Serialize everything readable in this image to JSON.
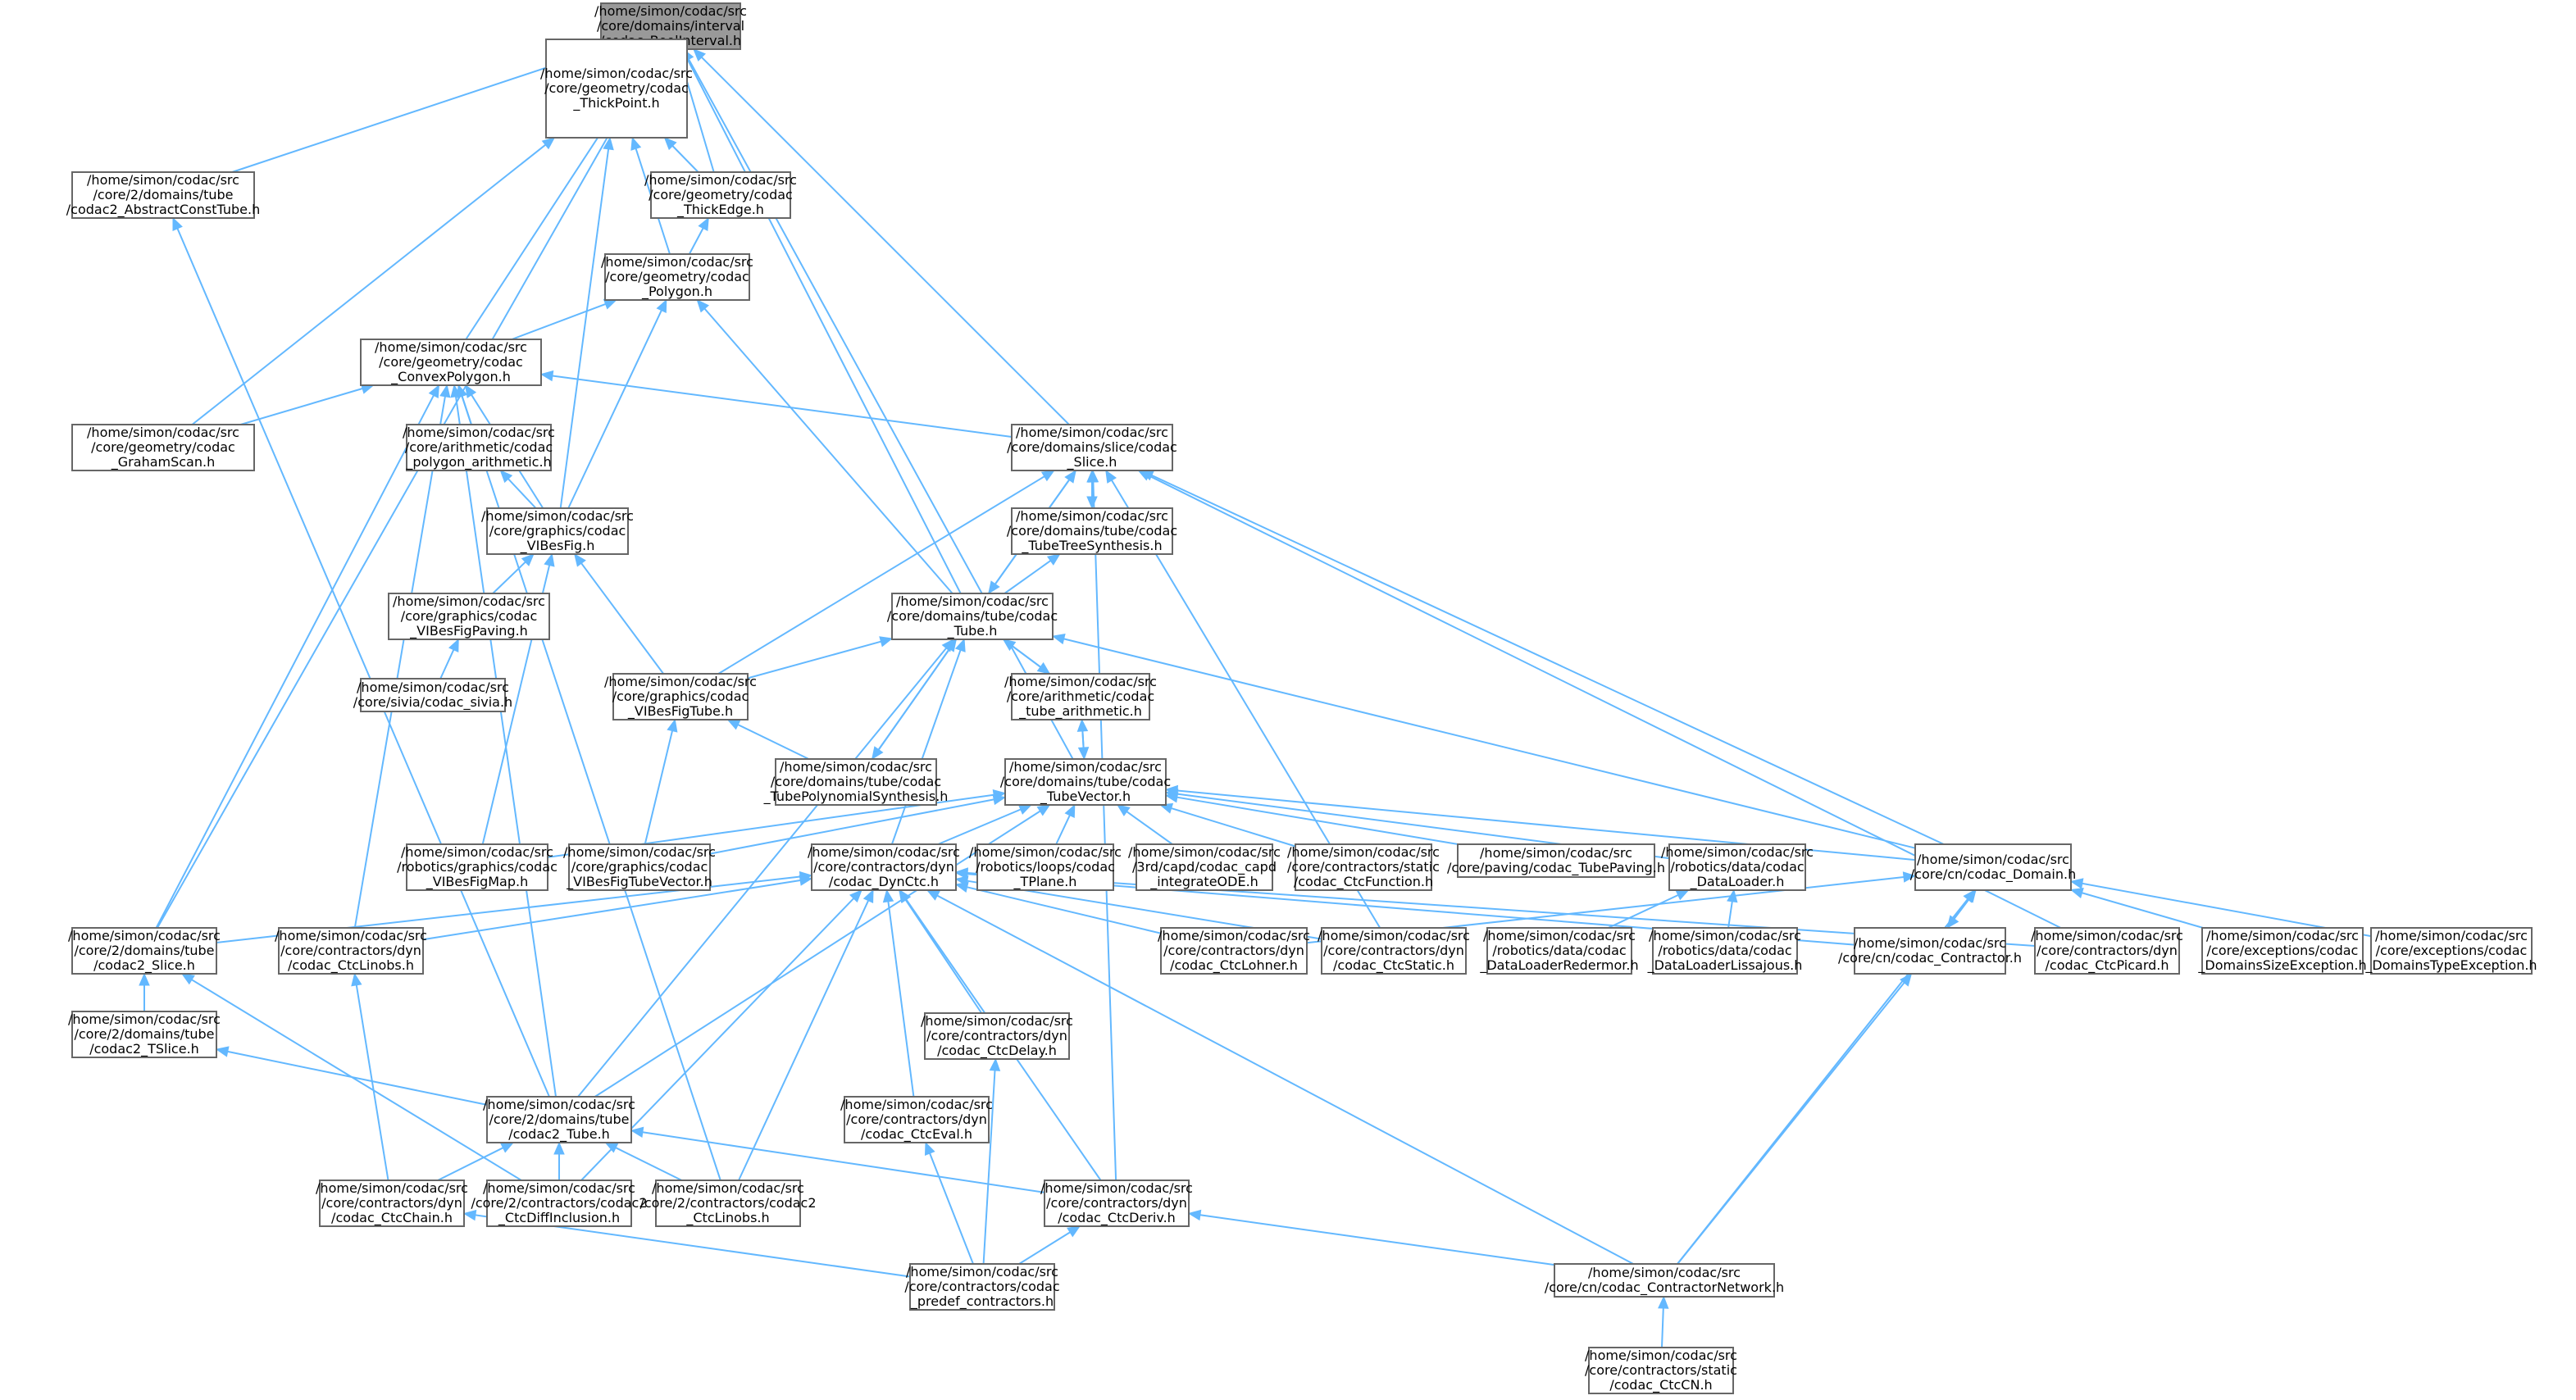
{
  "graph": {
    "root": "n0",
    "nodes": [
      {
        "id": "n0",
        "lines": [
          "/home/simon/codac/src",
          "/core/domains/interval",
          "/codac_BoolInterval.h"
        ]
      },
      {
        "id": "n1",
        "lines": [
          "/home/simon/codac/src",
          "/core/geometry/codac",
          "_ThickPoint.h"
        ]
      },
      {
        "id": "n2",
        "lines": [
          "/home/simon/codac/src",
          "/core/2/domains/tube",
          "/codac2_AbstractConstTube.h"
        ]
      },
      {
        "id": "n3",
        "lines": [
          "/home/simon/codac/src",
          "/core/geometry/codac",
          "_ThickEdge.h"
        ]
      },
      {
        "id": "n4",
        "lines": [
          "/home/simon/codac/src",
          "/core/geometry/codac",
          "_Polygon.h"
        ]
      },
      {
        "id": "n5",
        "lines": [
          "/home/simon/codac/src",
          "/core/geometry/codac",
          "_ConvexPolygon.h"
        ]
      },
      {
        "id": "n6",
        "lines": [
          "/home/simon/codac/src",
          "/core/domains/slice/codac",
          "_Slice.h"
        ]
      },
      {
        "id": "n7",
        "lines": [
          "/home/simon/codac/src",
          "/core/geometry/codac",
          "_GrahamScan.h"
        ]
      },
      {
        "id": "n8",
        "lines": [
          "/home/simon/codac/src",
          "/core/arithmetic/codac",
          "_polygon_arithmetic.h"
        ]
      },
      {
        "id": "n9",
        "lines": [
          "/home/simon/codac/src",
          "/core/graphics/codac",
          "_VIBesFig.h"
        ]
      },
      {
        "id": "n10",
        "lines": [
          "/home/simon/codac/src",
          "/core/domains/tube/codac",
          "_TubeTreeSynthesis.h"
        ]
      },
      {
        "id": "n11",
        "lines": [
          "/home/simon/codac/src",
          "/core/graphics/codac",
          "_VIBesFigPaving.h"
        ]
      },
      {
        "id": "n12",
        "lines": [
          "/home/simon/codac/src",
          "/core/domains/tube/codac",
          "_Tube.h"
        ]
      },
      {
        "id": "n13",
        "lines": [
          "/home/simon/codac/src",
          "/core/sivia/codac_sivia.h"
        ]
      },
      {
        "id": "n14",
        "lines": [
          "/home/simon/codac/src",
          "/core/graphics/codac",
          "_VIBesFigTube.h"
        ]
      },
      {
        "id": "n15",
        "lines": [
          "/home/simon/codac/src",
          "/core/arithmetic/codac",
          "_tube_arithmetic.h"
        ]
      },
      {
        "id": "n16",
        "lines": [
          "/home/simon/codac/src",
          "/core/domains/tube/codac",
          "_TubePolynomialSynthesis.h"
        ]
      },
      {
        "id": "n17",
        "lines": [
          "/home/simon/codac/src",
          "/core/domains/tube/codac",
          "_TubeVector.h"
        ]
      },
      {
        "id": "n18",
        "lines": [
          "/home/simon/codac/src",
          "/robotics/graphics/codac",
          "_VIBesFigMap.h"
        ]
      },
      {
        "id": "n19",
        "lines": [
          "/home/simon/codac/src",
          "/core/graphics/codac",
          "_VIBesFigTubeVector.h"
        ]
      },
      {
        "id": "n20",
        "lines": [
          "/home/simon/codac/src",
          "/core/contractors/dyn",
          "/codac_DynCtc.h"
        ]
      },
      {
        "id": "n21",
        "lines": [
          "/home/simon/codac/src",
          "/robotics/loops/codac",
          "_TPlane.h"
        ]
      },
      {
        "id": "n22",
        "lines": [
          "/home/simon/codac/src",
          "/3rd/capd/codac_capd",
          "_integrateODE.h"
        ]
      },
      {
        "id": "n23",
        "lines": [
          "/home/simon/codac/src",
          "/core/contractors/static",
          "/codac_CtcFunction.h"
        ]
      },
      {
        "id": "n24",
        "lines": [
          "/home/simon/codac/src",
          "/core/paving/codac_TubePaving.h"
        ]
      },
      {
        "id": "n25",
        "lines": [
          "/home/simon/codac/src",
          "/robotics/data/codac",
          "_DataLoader.h"
        ]
      },
      {
        "id": "n26",
        "lines": [
          "/home/simon/codac/src",
          "/core/cn/codac_Domain.h"
        ]
      },
      {
        "id": "n27",
        "lines": [
          "/home/simon/codac/src",
          "/core/2/domains/tube",
          "/codac2_Slice.h"
        ]
      },
      {
        "id": "n28",
        "lines": [
          "/home/simon/codac/src",
          "/core/contractors/dyn",
          "/codac_CtcLinobs.h"
        ]
      },
      {
        "id": "n29",
        "lines": [
          "/home/simon/codac/src",
          "/core/contractors/dyn",
          "/codac_CtcLohner.h"
        ]
      },
      {
        "id": "n30",
        "lines": [
          "/home/simon/codac/src",
          "/core/contractors/dyn",
          "/codac_CtcStatic.h"
        ]
      },
      {
        "id": "n31",
        "lines": [
          "/home/simon/codac/src",
          "/robotics/data/codac",
          "_DataLoaderRedermor.h"
        ]
      },
      {
        "id": "n32",
        "lines": [
          "/home/simon/codac/src",
          "/robotics/data/codac",
          "_DataLoaderLissajous.h"
        ]
      },
      {
        "id": "n33",
        "lines": [
          "/home/simon/codac/src",
          "/core/cn/codac_Contractor.h"
        ]
      },
      {
        "id": "n34",
        "lines": [
          "/home/simon/codac/src",
          "/core/contractors/dyn",
          "/codac_CtcPicard.h"
        ]
      },
      {
        "id": "n35",
        "lines": [
          "/home/simon/codac/src",
          "/core/exceptions/codac",
          "_DomainsSizeException.h"
        ]
      },
      {
        "id": "n36",
        "lines": [
          "/home/simon/codac/src",
          "/core/exceptions/codac",
          "_DomainsTypeException.h"
        ]
      },
      {
        "id": "n37",
        "lines": [
          "/home/simon/codac/src",
          "/core/2/domains/tube",
          "/codac2_TSlice.h"
        ]
      },
      {
        "id": "n38",
        "lines": [
          "/home/simon/codac/src",
          "/core/contractors/dyn",
          "/codac_CtcDelay.h"
        ]
      },
      {
        "id": "n39",
        "lines": [
          "/home/simon/codac/src",
          "/core/contractors/dyn",
          "/codac_CtcEval.h"
        ]
      },
      {
        "id": "n40",
        "lines": [
          "/home/simon/codac/src",
          "/core/2/domains/tube",
          "/codac2_Tube.h"
        ]
      },
      {
        "id": "n41",
        "lines": [
          "/home/simon/codac/src",
          "/core/contractors/dyn",
          "/codac_CtcChain.h"
        ]
      },
      {
        "id": "n42",
        "lines": [
          "/home/simon/codac/src",
          "/core/2/contractors/codac2",
          "_CtcDiffInclusion.h"
        ]
      },
      {
        "id": "n43",
        "lines": [
          "/home/simon/codac/src",
          "/core/2/contractors/codac2",
          "_CtcLinobs.h"
        ]
      },
      {
        "id": "n44",
        "lines": [
          "/home/simon/codac/src",
          "/core/contractors/dyn",
          "/codac_CtcDeriv.h"
        ]
      },
      {
        "id": "n45",
        "lines": [
          "/home/simon/codac/src",
          "/core/contractors/codac",
          "_predef_contractors.h"
        ]
      },
      {
        "id": "n46",
        "lines": [
          "/home/simon/codac/src",
          "/core/cn/codac_ContractorNetwork.h"
        ]
      },
      {
        "id": "n47",
        "lines": [
          "/home/simon/codac/src",
          "/core/contractors/static",
          "/codac_CtcCN.h"
        ]
      }
    ],
    "edges": [
      [
        "n0",
        "n1"
      ],
      [
        "n0",
        "n2"
      ],
      [
        "n0",
        "n3"
      ],
      [
        "n0",
        "n5"
      ],
      [
        "n0",
        "n6"
      ],
      [
        "n0",
        "n12"
      ],
      [
        "n0",
        "n17"
      ],
      [
        "n0",
        "n27"
      ],
      [
        "n1",
        "n3"
      ],
      [
        "n1",
        "n4"
      ],
      [
        "n1",
        "n7"
      ],
      [
        "n1",
        "n9"
      ],
      [
        "n2",
        "n40"
      ],
      [
        "n3",
        "n4"
      ],
      [
        "n4",
        "n5"
      ],
      [
        "n4",
        "n9"
      ],
      [
        "n4",
        "n12"
      ],
      [
        "n5",
        "n6"
      ],
      [
        "n5",
        "n7"
      ],
      [
        "n5",
        "n8"
      ],
      [
        "n5",
        "n9"
      ],
      [
        "n5",
        "n27"
      ],
      [
        "n5",
        "n28"
      ],
      [
        "n5",
        "n40"
      ],
      [
        "n5",
        "n43"
      ],
      [
        "n6",
        "n10"
      ],
      [
        "n6",
        "n12"
      ],
      [
        "n6",
        "n14"
      ],
      [
        "n6",
        "n26"
      ],
      [
        "n6",
        "n30"
      ],
      [
        "n6",
        "n34"
      ],
      [
        "n6",
        "n44"
      ],
      [
        "n8",
        "n9"
      ],
      [
        "n9",
        "n11"
      ],
      [
        "n9",
        "n14"
      ],
      [
        "n9",
        "n18"
      ],
      [
        "n10",
        "n6"
      ],
      [
        "n10",
        "n12"
      ],
      [
        "n11",
        "n13"
      ],
      [
        "n12",
        "n6"
      ],
      [
        "n12",
        "n14"
      ],
      [
        "n12",
        "n15"
      ],
      [
        "n12",
        "n16"
      ],
      [
        "n12",
        "n20"
      ],
      [
        "n12",
        "n26"
      ],
      [
        "n12",
        "n40"
      ],
      [
        "n14",
        "n16"
      ],
      [
        "n14",
        "n19"
      ],
      [
        "n15",
        "n12"
      ],
      [
        "n15",
        "n17"
      ],
      [
        "n16",
        "n12"
      ],
      [
        "n17",
        "n15"
      ],
      [
        "n17",
        "n18"
      ],
      [
        "n17",
        "n19"
      ],
      [
        "n17",
        "n20"
      ],
      [
        "n17",
        "n21"
      ],
      [
        "n17",
        "n22"
      ],
      [
        "n17",
        "n23"
      ],
      [
        "n17",
        "n24"
      ],
      [
        "n17",
        "n25"
      ],
      [
        "n17",
        "n26"
      ],
      [
        "n17",
        "n40"
      ],
      [
        "n20",
        "n27"
      ],
      [
        "n20",
        "n28"
      ],
      [
        "n20",
        "n29"
      ],
      [
        "n20",
        "n30"
      ],
      [
        "n20",
        "n33"
      ],
      [
        "n20",
        "n34"
      ],
      [
        "n20",
        "n38"
      ],
      [
        "n20",
        "n39"
      ],
      [
        "n20",
        "n42"
      ],
      [
        "n20",
        "n43"
      ],
      [
        "n20",
        "n44"
      ],
      [
        "n20",
        "n46"
      ],
      [
        "n25",
        "n31"
      ],
      [
        "n25",
        "n32"
      ],
      [
        "n26",
        "n29"
      ],
      [
        "n26",
        "n33"
      ],
      [
        "n26",
        "n35"
      ],
      [
        "n26",
        "n36"
      ],
      [
        "n26",
        "n46"
      ],
      [
        "n27",
        "n37"
      ],
      [
        "n27",
        "n42"
      ],
      [
        "n28",
        "n41"
      ],
      [
        "n33",
        "n26"
      ],
      [
        "n33",
        "n46"
      ],
      [
        "n37",
        "n40"
      ],
      [
        "n38",
        "n45"
      ],
      [
        "n39",
        "n45"
      ],
      [
        "n40",
        "n41"
      ],
      [
        "n40",
        "n42"
      ],
      [
        "n40",
        "n43"
      ],
      [
        "n40",
        "n44"
      ],
      [
        "n41",
        "n45"
      ],
      [
        "n44",
        "n45"
      ],
      [
        "n44",
        "n46"
      ],
      [
        "n46",
        "n47"
      ]
    ]
  }
}
